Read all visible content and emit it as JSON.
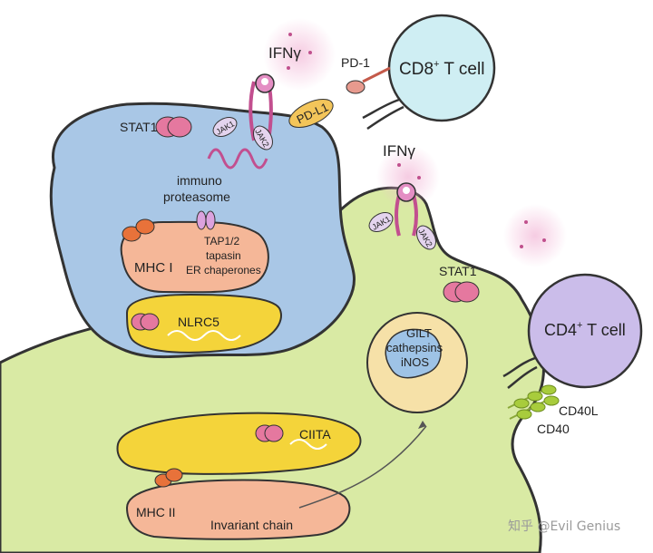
{
  "labels": {
    "ifn_gamma_top": "IFNγ",
    "ifn_gamma_mid": "IFNγ",
    "pd1": "PD-1",
    "pdl1": "PD-L1",
    "cd8_main": "CD8",
    "cd8_sup": "+",
    "cd8_tail": " T cell",
    "cd4_main": "CD4",
    "cd4_sup": "+",
    "cd4_tail": " T cell",
    "stat1_top": "STAT1",
    "stat1_mid": "STAT1",
    "jak1_top": "JAK1",
    "jak2_top": "JAK2",
    "jak1_mid": "JAK1",
    "jak2_mid": "JAK2",
    "immuno": "immuno",
    "proteasome": "proteasome",
    "mhc1": "MHC I",
    "tap": "TAP1/2",
    "tapasin": "tapasin",
    "er_chaperones": "ER chaperones",
    "nlrc5": "NLRC5",
    "gilt": "GILT",
    "cathepsins": "cathepsins",
    "inos": "iNOS",
    "ciita": "CIITA",
    "mhc2": "MHC II",
    "invariant_chain": "Invariant chain",
    "cd40l": "CD40L",
    "cd40": "CD40"
  },
  "watermark": "知乎 @Evil Genius",
  "colors": {
    "blue_cell": "#a9c7e6",
    "green_cell": "#d9eaa4",
    "cd8_cell": "#cfeef3",
    "cd4_cell": "#cbbdea",
    "er": "#f5b798",
    "nucleus": "#f4d43a",
    "receptor": "#e48ec4",
    "pdl1": "#f3c55a",
    "cd40": "#a8cc3c",
    "outline": "#333333"
  }
}
